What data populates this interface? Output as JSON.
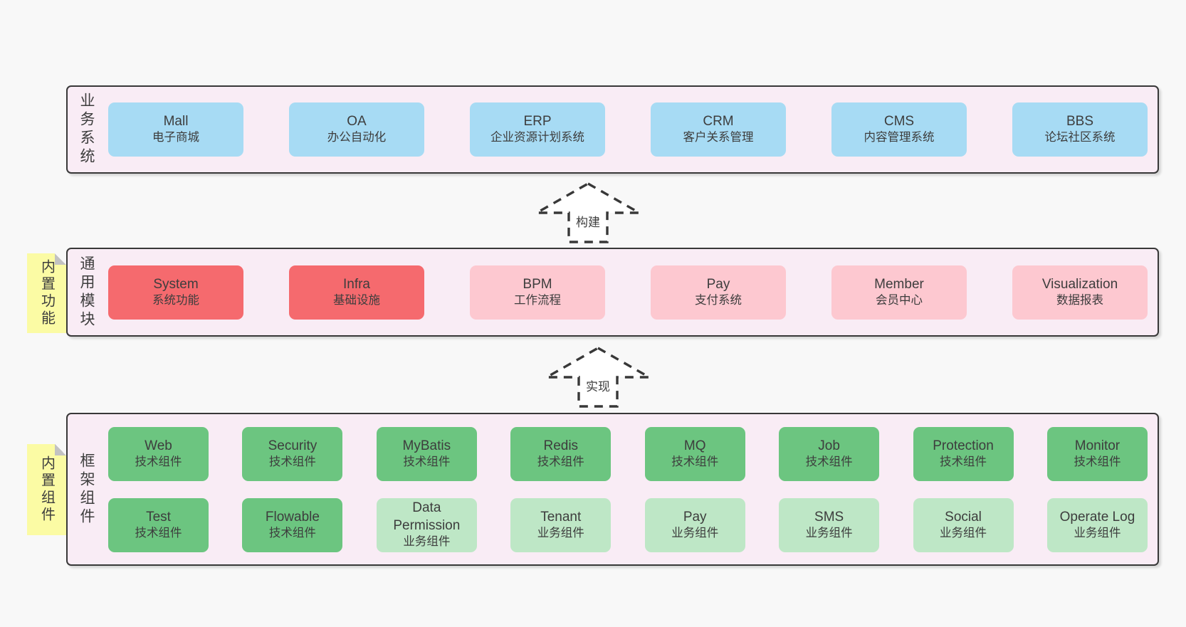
{
  "colors": {
    "page-bg": "#f8f8f8",
    "layer-bg": "#f9ecf5",
    "layer-border": "#383838",
    "blue": "#a7dbf4",
    "red": "#f56a6e",
    "pink": "#fdc8d0",
    "green": "#6cc580",
    "green-light": "#bee7c6",
    "sticky-yellow": "#fbfba4",
    "sticky-fold": "#c2c2c2",
    "text": "#3d3d3d"
  },
  "arrows": [
    {
      "label": "构建"
    },
    {
      "label": "实现"
    }
  ],
  "layers": [
    {
      "name": "业务系统",
      "boxes": [
        {
          "title": "Mall",
          "subtitle": "电子商城"
        },
        {
          "title": "OA",
          "subtitle": "办公自动化"
        },
        {
          "title": "ERP",
          "subtitle": "企业资源计划系统"
        },
        {
          "title": "CRM",
          "subtitle": "客户关系管理"
        },
        {
          "title": "CMS",
          "subtitle": "内容管理系统"
        },
        {
          "title": "BBS",
          "subtitle": "论坛社区系统"
        }
      ]
    },
    {
      "name": "通用模块",
      "sticky": "内置功能",
      "boxes": [
        {
          "title": "System",
          "subtitle": "系统功能"
        },
        {
          "title": "Infra",
          "subtitle": "基础设施"
        },
        {
          "title": "BPM",
          "subtitle": "工作流程"
        },
        {
          "title": "Pay",
          "subtitle": "支付系统"
        },
        {
          "title": "Member",
          "subtitle": "会员中心"
        },
        {
          "title": "Visualization",
          "subtitle": "数据报表"
        }
      ]
    },
    {
      "name": "框架组件",
      "sticky": "内置组件",
      "rows": [
        [
          {
            "title": "Web",
            "subtitle": "技术组件"
          },
          {
            "title": "Security",
            "subtitle": "技术组件"
          },
          {
            "title": "MyBatis",
            "subtitle": "技术组件"
          },
          {
            "title": "Redis",
            "subtitle": "技术组件"
          },
          {
            "title": "MQ",
            "subtitle": "技术组件"
          },
          {
            "title": "Job",
            "subtitle": "技术组件"
          },
          {
            "title": "Protection",
            "subtitle": "技术组件"
          },
          {
            "title": "Monitor",
            "subtitle": "技术组件"
          }
        ],
        [
          {
            "title": "Test",
            "subtitle": "技术组件"
          },
          {
            "title": "Flowable",
            "subtitle": "技术组件"
          },
          {
            "title": "Data Permission",
            "subtitle": "业务组件"
          },
          {
            "title": "Tenant",
            "subtitle": "业务组件"
          },
          {
            "title": "Pay",
            "subtitle": "业务组件"
          },
          {
            "title": "SMS",
            "subtitle": "业务组件"
          },
          {
            "title": "Social",
            "subtitle": "业务组件"
          },
          {
            "title": "Operate Log",
            "subtitle": "业务组件"
          }
        ]
      ]
    }
  ]
}
